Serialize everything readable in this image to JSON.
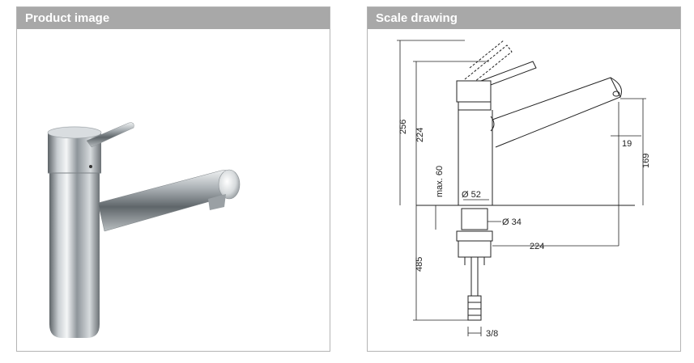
{
  "product_panel": {
    "title": "Product image"
  },
  "drawing_panel": {
    "title": "Scale drawing",
    "dimensions": {
      "total_height": "256",
      "lever_height": "224",
      "under_spout": "max. 60",
      "body_diameter": "Ø 52",
      "spout_height": "169",
      "spout_angle_offset": "19",
      "base_diameter": "Ø 34",
      "spout_reach": "224",
      "below_counter": "485",
      "connection": "3/8"
    }
  },
  "colors": {
    "header_bg": "#a8a8a8",
    "header_text": "#ffffff",
    "border": "#b4b4b4"
  }
}
